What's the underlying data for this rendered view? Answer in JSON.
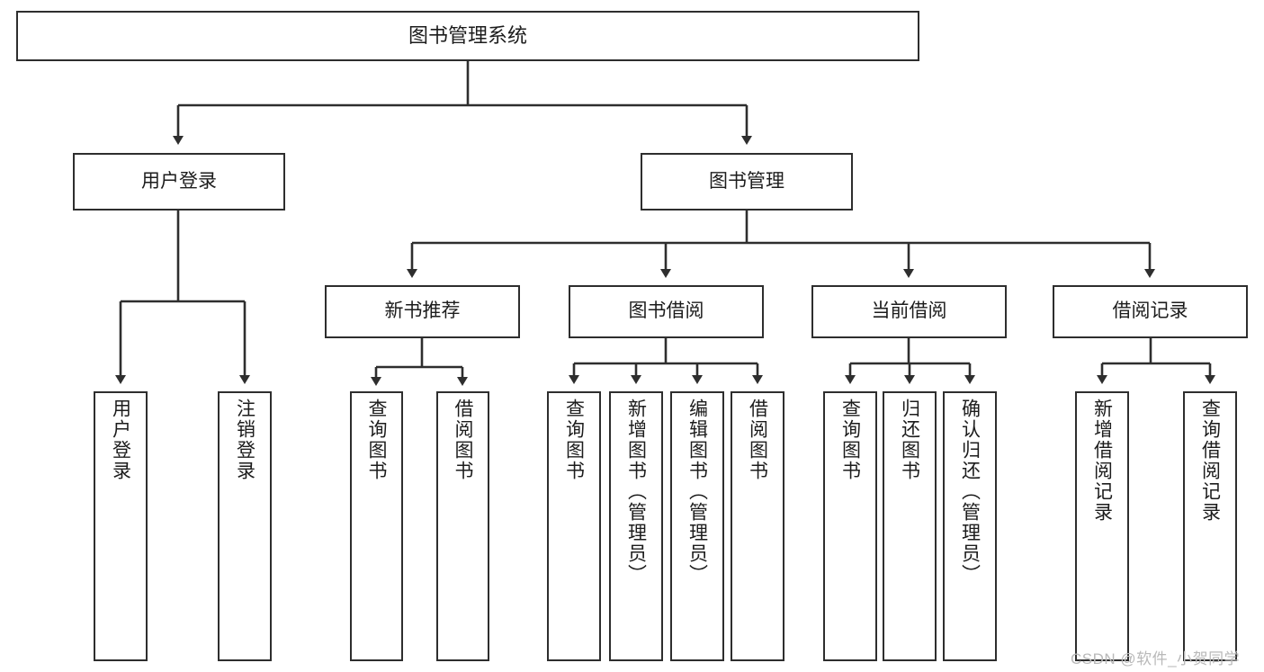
{
  "diagram": {
    "type": "tree-hierarchy",
    "title": "图书管理系统",
    "root": {
      "label": "图书管理系统"
    },
    "level2": [
      {
        "label": "用户登录"
      },
      {
        "label": "图书管理"
      }
    ],
    "level3": [
      {
        "label": "新书推荐"
      },
      {
        "label": "图书借阅"
      },
      {
        "label": "当前借阅"
      },
      {
        "label": "借阅记录"
      }
    ],
    "leaves": {
      "user_login": [
        {
          "label": "用户登录"
        },
        {
          "label": "注销登录"
        }
      ],
      "new_book_recommend": [
        {
          "label": "查询图书"
        },
        {
          "label": "借阅图书"
        }
      ],
      "book_borrow": [
        {
          "label": "查询图书"
        },
        {
          "label": "新增图书（管理员）"
        },
        {
          "label": "编辑图书（管理员）"
        },
        {
          "label": "借阅图书"
        }
      ],
      "current_borrow": [
        {
          "label": "查询图书"
        },
        {
          "label": "归还图书"
        },
        {
          "label": "确认归还（管理员）"
        }
      ],
      "borrow_record": [
        {
          "label": "新增借阅记录"
        },
        {
          "label": "查询借阅记录"
        }
      ]
    }
  },
  "watermark": {
    "text": "CSDN @软件_小贺同学"
  },
  "colors": {
    "stroke": "#2e2e2e",
    "fill": "#ffffff",
    "text": "#1c1c1c",
    "watermark": "#b9b9b9"
  }
}
